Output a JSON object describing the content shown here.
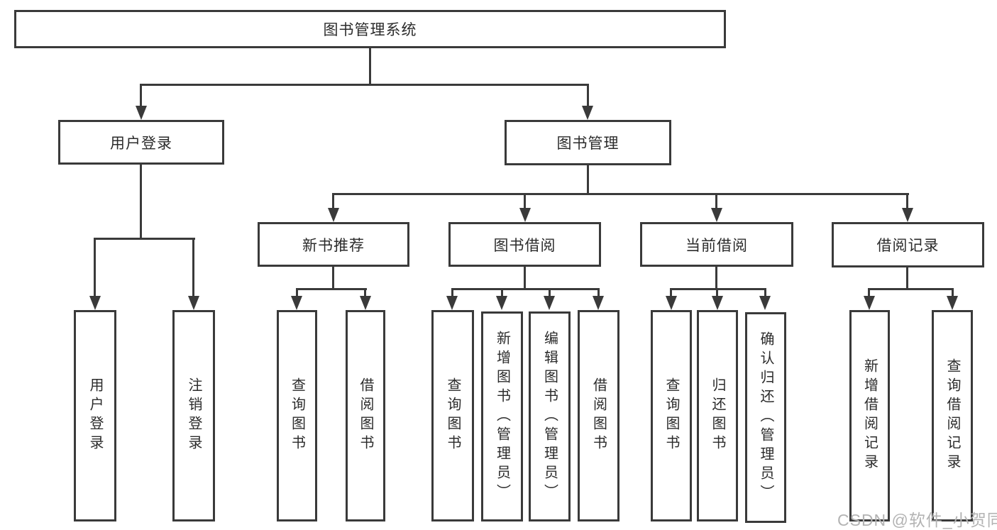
{
  "tree": {
    "label": "图书管理系统",
    "children": [
      {
        "label": "用户登录",
        "children": [
          {
            "label": "用户登录"
          },
          {
            "label": "注销登录"
          }
        ]
      },
      {
        "label": "图书管理",
        "children": [
          {
            "label": "新书推荐",
            "children": [
              {
                "label": "查询图书"
              },
              {
                "label": "借阅图书"
              }
            ]
          },
          {
            "label": "图书借阅",
            "children": [
              {
                "label": "查询图书"
              },
              {
                "label": "新增图书（管理员）"
              },
              {
                "label": "编辑图书（管理员）"
              },
              {
                "label": "借阅图书"
              }
            ]
          },
          {
            "label": "当前借阅",
            "children": [
              {
                "label": "查询图书"
              },
              {
                "label": "归还图书"
              },
              {
                "label": "确认归还（管理员）"
              }
            ]
          },
          {
            "label": "借阅记录",
            "children": [
              {
                "label": "新增借阅记录"
              },
              {
                "label": "查询借阅记录"
              }
            ]
          }
        ]
      }
    ]
  },
  "watermark": {
    "text": "CSDN @软件_小贺同学"
  },
  "colors": {
    "line": "#3a3a3a",
    "text": "#2b2b2b",
    "watermark": "#b3b3b3",
    "background": "#ffffff"
  }
}
